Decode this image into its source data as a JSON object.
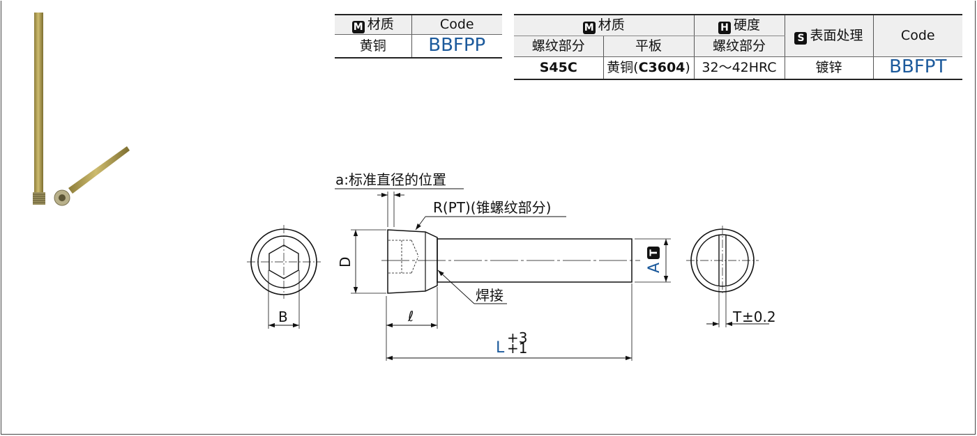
{
  "material_table_1": {
    "header_material": "材质",
    "header_code": "Code",
    "material": "黄铜",
    "code": "BBFPP",
    "mark": "M"
  },
  "material_table_2": {
    "header_material": "材质",
    "header_hardness": "硬度",
    "header_surface": "表面处理",
    "header_code": "Code",
    "sub_thread": "螺纹部分",
    "sub_plate": "平板",
    "sub_hardness_thread": "螺纹部分",
    "thread_material": "S45C",
    "plate_material_prefix": "黄铜(",
    "plate_material_grade": "C3604",
    "plate_material_suffix": ")",
    "hardness": "32～42HRC",
    "surface": "镀锌",
    "code": "BBFPT",
    "mark_material": "M",
    "mark_hardness": "H",
    "mark_surface": "S"
  },
  "drawing": {
    "label_a": "a:标准直径的位置",
    "label_r": "R(PT)(锥螺纹部分)",
    "label_d": "D",
    "label_weld": "焊接",
    "label_l_small": "ℓ",
    "label_l": "L",
    "label_l_tol_upper": "+3",
    "label_l_tol_lower": "+1",
    "label_a_dim": "A",
    "label_t_mark": "T",
    "label_b": "B",
    "label_t": "T",
    "label_t_tol": "±0.2"
  },
  "colors": {
    "accent_blue": "#1c5a9c",
    "brass": "#b9a552"
  }
}
